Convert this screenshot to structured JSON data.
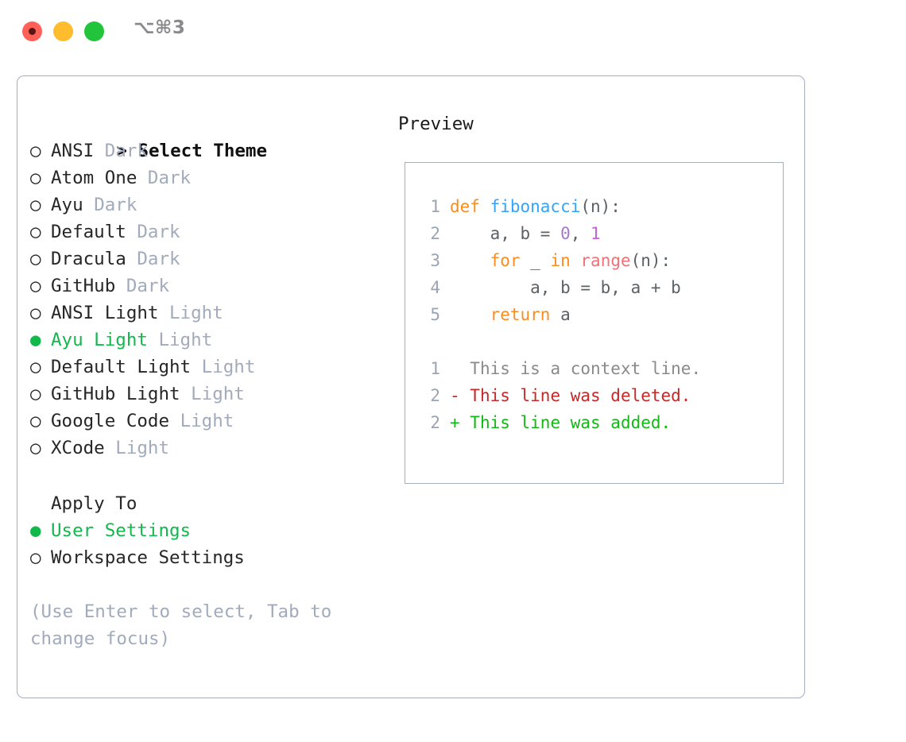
{
  "window": {
    "title_shortcut": "⌥⌘3",
    "traffic_lights": [
      {
        "name": "close",
        "color": "#ff6159"
      },
      {
        "name": "minimize",
        "color": "#ffbd2e"
      },
      {
        "name": "maximize",
        "color": "#22c43b"
      }
    ]
  },
  "theme_picker": {
    "header": "> Select Theme",
    "items": [
      {
        "bullet": "○",
        "name": "ANSI",
        "badge": "Dark",
        "selected": false
      },
      {
        "bullet": "○",
        "name": "Atom One",
        "badge": "Dark",
        "selected": false
      },
      {
        "bullet": "○",
        "name": "Ayu",
        "badge": "Dark",
        "selected": false
      },
      {
        "bullet": "○",
        "name": "Default",
        "badge": "Dark",
        "selected": false
      },
      {
        "bullet": "○",
        "name": "Dracula",
        "badge": "Dark",
        "selected": false
      },
      {
        "bullet": "○",
        "name": "GitHub",
        "badge": "Dark",
        "selected": false
      },
      {
        "bullet": "○",
        "name": "ANSI Light",
        "badge": "Light",
        "selected": false
      },
      {
        "bullet": "●",
        "name": "Ayu Light",
        "badge": "Light",
        "selected": true
      },
      {
        "bullet": "○",
        "name": "Default Light",
        "badge": "Light",
        "selected": false
      },
      {
        "bullet": "○",
        "name": "GitHub Light",
        "badge": "Light",
        "selected": false
      },
      {
        "bullet": "○",
        "name": "Google Code",
        "badge": "Light",
        "selected": false
      },
      {
        "bullet": "○",
        "name": "XCode",
        "badge": "Light",
        "selected": false
      }
    ]
  },
  "apply_to": {
    "header": "Apply To",
    "items": [
      {
        "bullet": "●",
        "label": "User Settings",
        "selected": true
      },
      {
        "bullet": "○",
        "label": "Workspace Settings",
        "selected": false
      }
    ]
  },
  "hint": "(Use Enter to select, Tab to change focus)",
  "preview": {
    "title": "Preview",
    "code_lines": [
      {
        "num": "1",
        "tokens": [
          {
            "t": "def ",
            "c": "kw"
          },
          {
            "t": "fibonacci",
            "c": "fn"
          },
          {
            "t": "(n):",
            "c": "pl"
          }
        ]
      },
      {
        "num": "2",
        "tokens": [
          {
            "t": "    a, b = ",
            "c": "pl"
          },
          {
            "t": "0",
            "c": "num0"
          },
          {
            "t": ", ",
            "c": "pl"
          },
          {
            "t": "1",
            "c": "num1"
          }
        ]
      },
      {
        "num": "3",
        "tokens": [
          {
            "t": "    ",
            "c": "pl"
          },
          {
            "t": "for",
            "c": "kw"
          },
          {
            "t": " _ ",
            "c": "pl"
          },
          {
            "t": "in",
            "c": "kw"
          },
          {
            "t": " ",
            "c": "pl"
          },
          {
            "t": "range",
            "c": "bi"
          },
          {
            "t": "(n):",
            "c": "pl"
          }
        ]
      },
      {
        "num": "4",
        "tokens": [
          {
            "t": "        a, b = b, a + b",
            "c": "pl"
          }
        ]
      },
      {
        "num": "5",
        "tokens": [
          {
            "t": "    ",
            "c": "pl"
          },
          {
            "t": "return",
            "c": "kw"
          },
          {
            "t": " a",
            "c": "pl"
          }
        ]
      }
    ],
    "diff_lines": [
      {
        "num": "1",
        "marker": "  ",
        "text": "This is a context line.",
        "kind": "ctx"
      },
      {
        "num": "2",
        "marker": "- ",
        "text": "This line was deleted.",
        "kind": "del"
      },
      {
        "num": "2",
        "marker": "+ ",
        "text": "This line was added.",
        "kind": "add"
      }
    ]
  },
  "colors": {
    "accent_green": "#13b84c",
    "badge_muted": "#a1abbb",
    "border": "#a4aebe",
    "keyword_orange": "#fa8d22",
    "function_blue": "#36a3f7",
    "builtin_red": "#f07178",
    "number_purple": "#a37acc",
    "diff_delete": "#c62828",
    "diff_add": "#12b815"
  }
}
